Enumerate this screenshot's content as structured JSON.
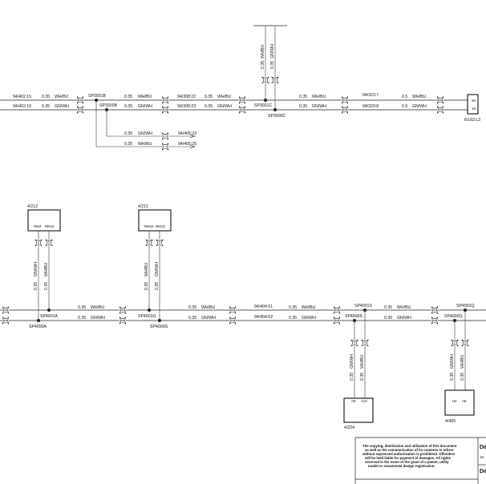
{
  "top_section": {
    "left_refs": [
      "94/402:15",
      "94/402:16"
    ],
    "spec_a": "0.35",
    "color_wb": "WH/BU",
    "color_gw": "GN/WH",
    "splice_1": "SP3001B",
    "splice_2": "SP3000B",
    "mid_refs": [
      "94/308:22",
      "94/308:23"
    ],
    "branch_refs": [
      "94/405:23",
      "94/405:25"
    ],
    "splice_3": "SP3001C",
    "splice_4": "SP3000C",
    "vertical_specs": [
      "0.35",
      "0.35"
    ],
    "vertical_colors": [
      "WH/BU",
      "GN/WH"
    ],
    "right_refs": [
      "94/323:7",
      "94/323:8"
    ],
    "spec_b": "0.5",
    "connector_ref": "6/162:L3",
    "connector_pins": [
      "36",
      "18"
    ]
  },
  "bottom_section": {
    "box_1": {
      "ref": "4/212",
      "pins": [
        "RM3",
        "RM12"
      ]
    },
    "box_2": {
      "ref": "4/211",
      "pins": [
        "RM12",
        "RM13"
      ]
    },
    "box_3": {
      "ref": "4/224",
      "pins": [
        "A9",
        "A10"
      ]
    },
    "box_4": {
      "ref": "4/489",
      "pins": [
        "H4",
        "A8"
      ]
    },
    "spec": "0.35",
    "color_wb": "WH/BU",
    "color_gw": "GN/WH",
    "splice_a1": "SP4001A",
    "splice_a0": "SP4000A",
    "splice_g1": "SP4001G",
    "splice_g0": "SP4000G",
    "mid_refs": [
      "94/404:51",
      "94/404:52"
    ],
    "splice_s1": "SP4001S",
    "splice_s0": "SP4000S",
    "splice_q1": "SP4001Q",
    "splice_q0": "SP4000Q"
  },
  "legal": {
    "lines": [
      "The copying, distribution and utilization of this document",
      "as well as the communication of its contents to others",
      "without expressed authorization is prohibited. Offenders",
      "will be held liable for payment of damages. All rights",
      "reserved in the event of the grant of a patent, utility",
      "model or ornamental design registration."
    ],
    "cell_1": "De",
    "cell_2": "1E",
    "cell_3": "De"
  }
}
